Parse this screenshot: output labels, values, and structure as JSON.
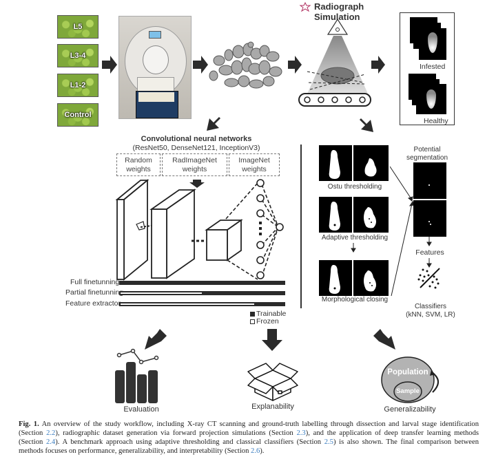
{
  "stage_labels": {
    "crates": [
      "L5",
      "L3-4",
      "L1-2",
      "Control"
    ],
    "radiograph_title_line1": "Radiograph",
    "radiograph_title_line2": "Simulation",
    "infested": "Infested",
    "healthy": "Healthy"
  },
  "cnn": {
    "title": "Convolutional neural networks",
    "subtitle": "(ResNet50, DenseNet121, InceptionV3)",
    "weights": [
      {
        "line1": "Random",
        "line2": "weights"
      },
      {
        "line1": "RadImageNet",
        "line2": "weights"
      },
      {
        "line1": "ImageNet",
        "line2": "weights"
      }
    ],
    "strategies": [
      {
        "label": "Full finetunning",
        "frozen_fraction": 0.0
      },
      {
        "label": "Partial finetunning",
        "frozen_fraction": 0.5
      },
      {
        "label": "Feature extractor",
        "frozen_fraction": 0.82
      }
    ],
    "legend": {
      "trainable": "Trainable",
      "frozen": "Frozen"
    }
  },
  "benchmark": {
    "steps": [
      "Ostu thresholding",
      "Adaptive thresholding",
      "Morphological closing"
    ],
    "potential_line1": "Potential",
    "potential_line2": "segmentation",
    "features": "Features",
    "classifiers_line1": "Classifiers",
    "classifiers_line2": "(kNN, SVM, LR)"
  },
  "outcomes": {
    "evaluation": "Evaluation",
    "explanability": "Explanability",
    "generalizability": "Generalizability",
    "population": "Population",
    "sample": "Sample"
  },
  "caption": {
    "fig_label": "Fig. 1.",
    "part1": " An overview of the study workflow, including X-ray CT scanning and ground-truth labelling through dissection and larval stage identification (Section ",
    "ref1": "2.2",
    "part2": "), radiographic dataset generation via forward projection simulations (Section ",
    "ref2": "2.3",
    "part3": "), and the application of deep transfer learning methods (Section ",
    "ref3": "2.4",
    "part4": "). A benchmark approach using adaptive thresholding and classical classifiers (Section ",
    "ref4": "2.5",
    "part5": ") is also shown. The final comparison between methods focuses on performance, generalizability, and interpretability (Section ",
    "ref5": "2.6",
    "part6": ")."
  },
  "colors": {
    "arrow": "#2b2b2b",
    "link": "#3a7dc0",
    "pear_green": "#7fa83a",
    "population_fill": "#b3b3b3"
  }
}
